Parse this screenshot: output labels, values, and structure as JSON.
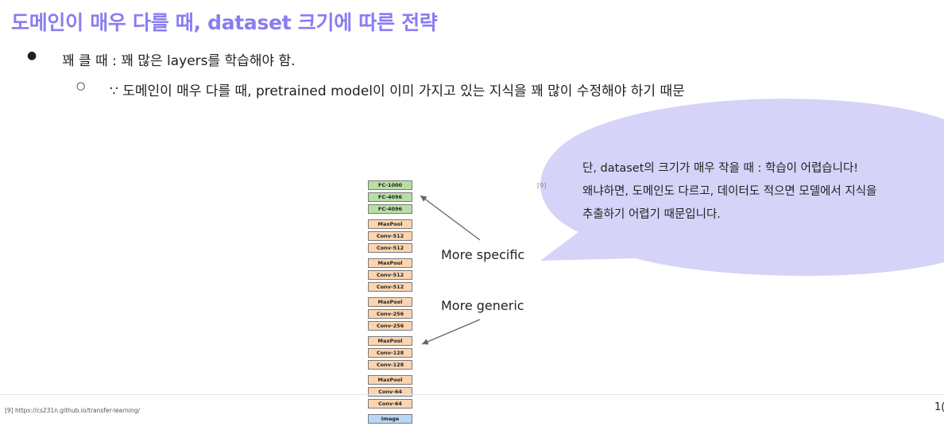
{
  "title": "도메인이 매우 다를 때, dataset 크기에 따른 전략",
  "bullets": {
    "level1": {
      "marker": "●",
      "text": "꽤 클 때 : 꽤 많은 layers를 학습해야 함."
    },
    "level2": {
      "marker": "○",
      "text": "∵ 도메인이 매우 다를 때, pretrained model이 이미 가지고 있는 지식을 꽤 많이 수정해야 하기 때문"
    }
  },
  "callout": {
    "lines": [
      "단, dataset의 크기가 매우 작을 때 : 학습이 어렵습니다!",
      "왜냐하면, 도메인도 다르고, 데이터도 적으면 모델에서 지식을",
      "추출하기 어렵기 때문입니다."
    ],
    "fill": "#d5d3f8"
  },
  "figure": {
    "ref_mark": "[9]",
    "layers": [
      "FC-1000",
      "FC-4096",
      "FC-4096",
      "MaxPool",
      "Conv-512",
      "Conv-512",
      "MaxPool",
      "Conv-512",
      "Conv-512",
      "MaxPool",
      "Conv-256",
      "Conv-256",
      "MaxPool",
      "Conv-128",
      "Conv-128",
      "MaxPool",
      "Conv-64",
      "Conv-64",
      "Image"
    ],
    "label_specific": "More specific",
    "label_generic": "More generic"
  },
  "footer": {
    "reference": "[9] https://cs231n.github.io/transfer-learning/",
    "page_number": "1("
  }
}
